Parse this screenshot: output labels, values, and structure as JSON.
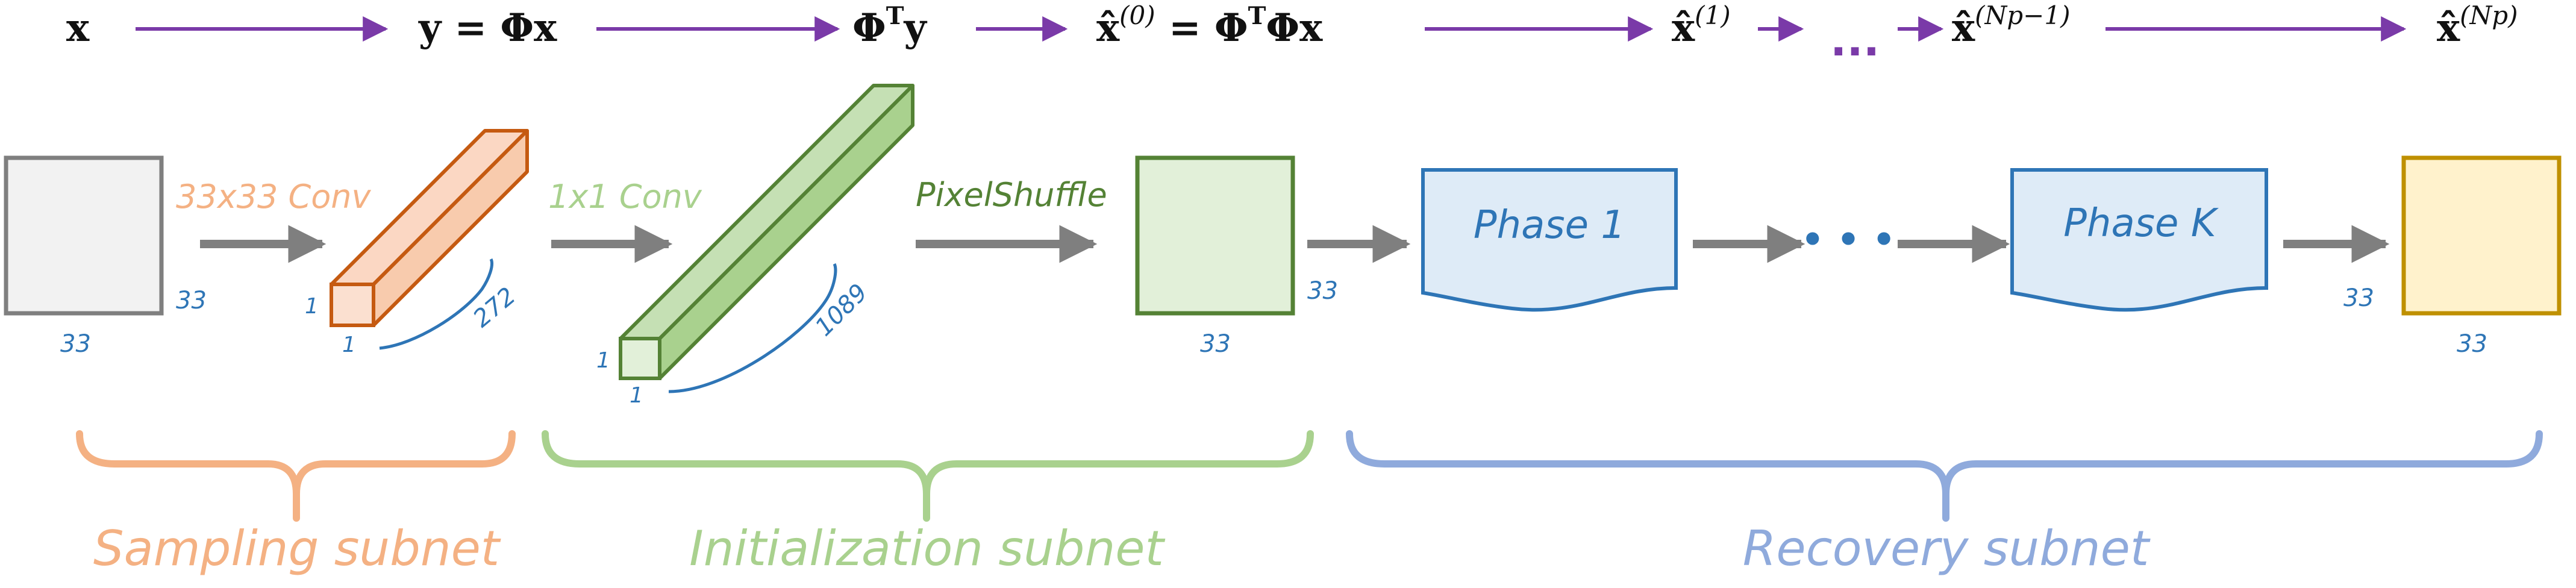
{
  "equations": {
    "x": "x",
    "y_prefix": "y = ",
    "y_suffix": "Φx",
    "phi": "Φ",
    "sup_T": "T",
    "y": "y",
    "xhat": "x̂",
    "sup_0": "(0)",
    "eq_sign": " = ",
    "phi_T_phi_x_a": "Φ",
    "phi_T_phi_x_b": "Φx",
    "sup_1": "(1)",
    "top_ellipsis": "...",
    "sup_np_minus_1": "(Np−1)",
    "sup_np": "(Np)"
  },
  "operations": {
    "conv33": "33x33 Conv",
    "conv1": "1x1 Conv",
    "pixelshuffle": "PixelShuffle"
  },
  "dimensions": {
    "input_side": "33",
    "input_bottom": "33",
    "sample_depth": "1",
    "sample_width": "1",
    "sample_channels": "272",
    "init_depth": "1",
    "init_width": "1",
    "init_channels": "1089",
    "init_out_side": "33",
    "init_out_bottom": "33",
    "output_side": "33",
    "output_bottom": "33"
  },
  "phases": {
    "first": "Phase 1",
    "last": "Phase K",
    "ellipsis": "• • •"
  },
  "subnets": {
    "sampling": "Sampling subnet",
    "initialization": "Initialization subnet",
    "recovery": "Recovery subnet"
  },
  "colors": {
    "purple_arrow": "#7a3aa8",
    "gray_arrow": "#7f7f7f",
    "dim_blue": "#2e75b6",
    "orange": "#f4b183",
    "orange_dark": "#c55a11",
    "green_light": "#a9d18e",
    "green_dark": "#548235",
    "blue_light": "#8faadc",
    "phase_fill": "#deebf7",
    "phase_stroke": "#2e75b6",
    "output_fill": "#fff2cc",
    "output_stroke": "#bf9000"
  }
}
